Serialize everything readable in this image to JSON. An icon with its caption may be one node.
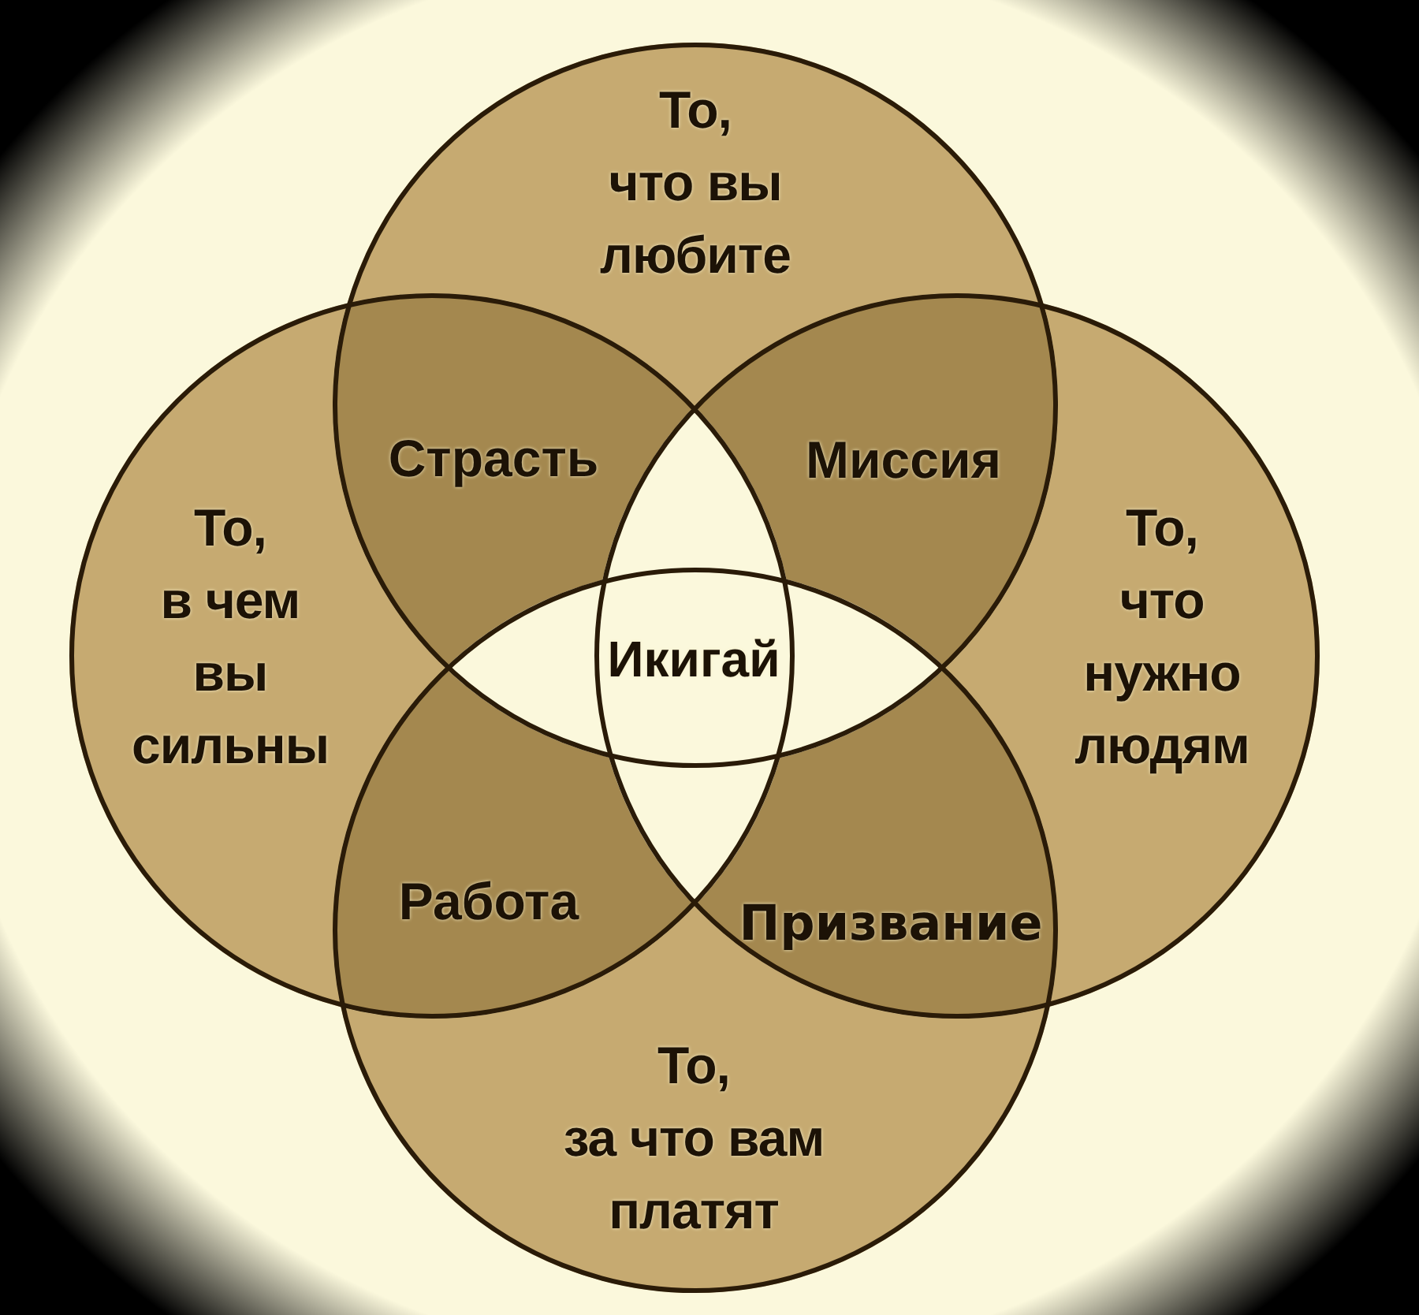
{
  "diagram": {
    "nodes": [
      {
        "text": [
          "То, что вы любите"
        ]
      },
      {
        "text": [
          "То, в чем вы сильны"
        ]
      },
      {
        "text": [
          "То, что нужно людям"
        ]
      },
      {
        "text": [
          "То, за что вам платят"
        ]
      }
    ],
    "labels": [
      "Страсть",
      "Миссия",
      "Икигай",
      "Работа",
      "Призвание"
    ]
  }
}
